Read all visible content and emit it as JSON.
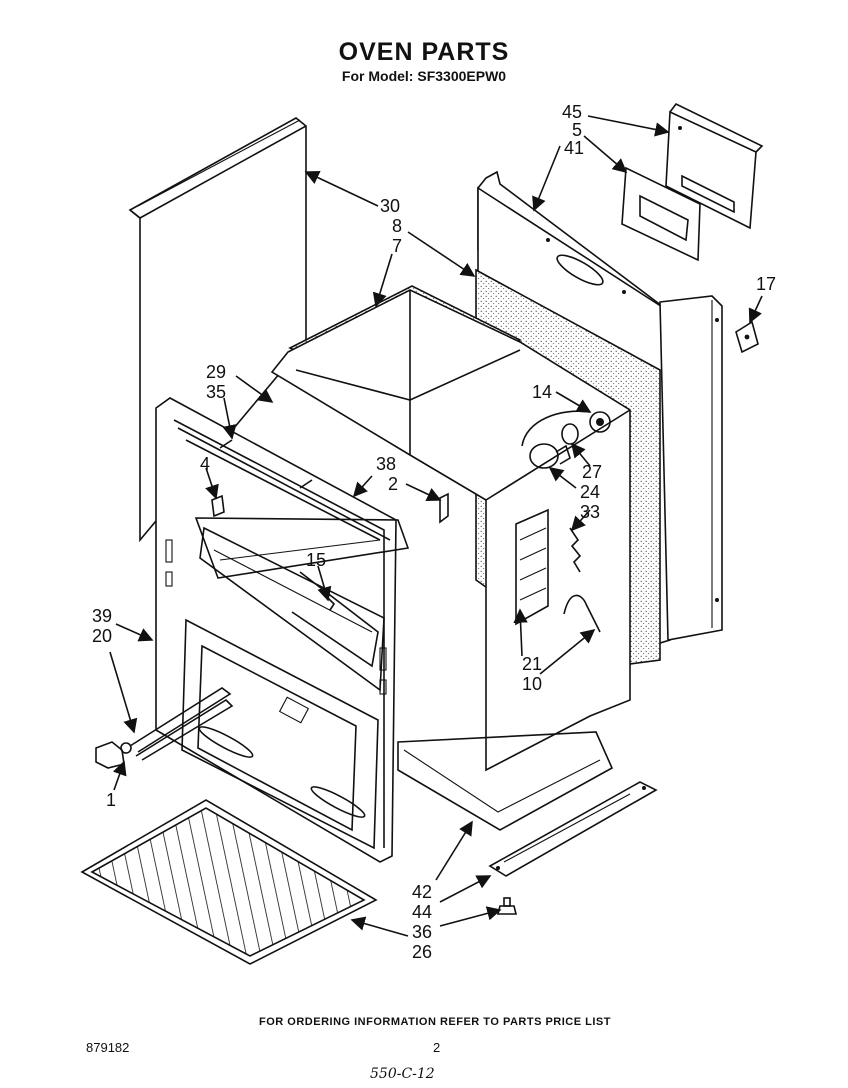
{
  "header": {
    "title": "OVEN PARTS",
    "subtitle": "For Model: SF3300EPW0"
  },
  "callouts": {
    "c45": "45",
    "c5": "5",
    "c41": "41",
    "c30": "30",
    "c8": "8",
    "c7": "7",
    "c17": "17",
    "c29": "29",
    "c35": "35",
    "c14": "14",
    "c38": "38",
    "c2": "2",
    "c4": "4",
    "c27": "27",
    "c24": "24",
    "c33": "33",
    "c15": "15",
    "c39": "39",
    "c20": "20",
    "c21": "21",
    "c10": "10",
    "c1": "1",
    "c42": "42",
    "c44": "44",
    "c36": "36",
    "c26": "26"
  },
  "footer": {
    "note": "FOR ORDERING INFORMATION REFER TO PARTS PRICE LIST",
    "doc_id": "879182",
    "page_number": "2",
    "handwritten": "550-C-12"
  }
}
